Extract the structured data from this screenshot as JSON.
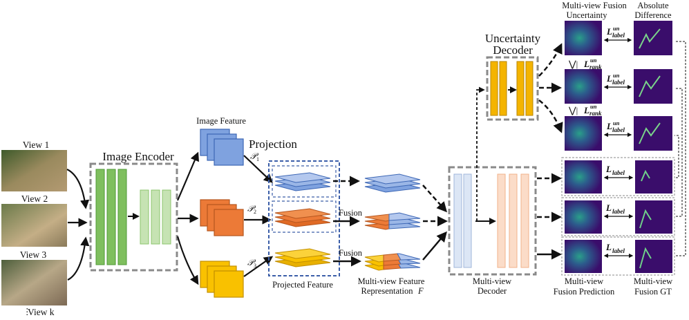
{
  "views": [
    "View 1",
    "View 2",
    "View 3",
    "View k"
  ],
  "view_ellipsis": "⋮",
  "encoder_title": "Image Encoder",
  "image_feature_label": "Image Feature",
  "projection_label": "Projection",
  "proj_symbols": [
    "𝒫",
    "𝒫",
    "𝒫"
  ],
  "proj_subscripts": [
    "1",
    "2",
    "3"
  ],
  "projected_feature_label": "Projected Feature",
  "fusion_label": "Fusion",
  "mv_feature_label_line1": "Multi-view Feature",
  "mv_feature_label_line2": "Representation",
  "mv_feature_symbol": "F",
  "uncertainty_decoder_line1": "Uncertainty",
  "uncertainty_decoder_line2": "Decoder",
  "mv_decoder_line1": "Multi-view",
  "mv_decoder_line2": "Decoder",
  "col_fusion_uncertainty_line1": "Multi-view Fusion",
  "col_fusion_uncertainty_line2": "Uncertainty",
  "col_absolute_line1": "Absolute",
  "col_absolute_line2": "Difference",
  "col_prediction_line1": "Multi-view",
  "col_prediction_line2": "Fusion Prediction",
  "col_gt_line1": "Multi-view",
  "col_gt_line2": "Fusion GT",
  "loss_L": "L",
  "loss_un": "un",
  "loss_label_sub": "label",
  "loss_rank_sub": "rank",
  "geq_symbol": "⋁|",
  "colors": {
    "encoder_dark": "#7fbf5e",
    "encoder_light": "#c6e3b3",
    "blue": "#7fa2df",
    "orange": "#ec7a37",
    "yellow": "#f9c100",
    "unc_decoder": "#f4b400",
    "mv_decoder_blue": "#dce6f5",
    "mv_decoder_orange": "#fbdcc8",
    "heatmap_bg": "#3a0d6b",
    "dash_gray": "#8a8a8a",
    "dash_blue": "#3b5ea8"
  }
}
